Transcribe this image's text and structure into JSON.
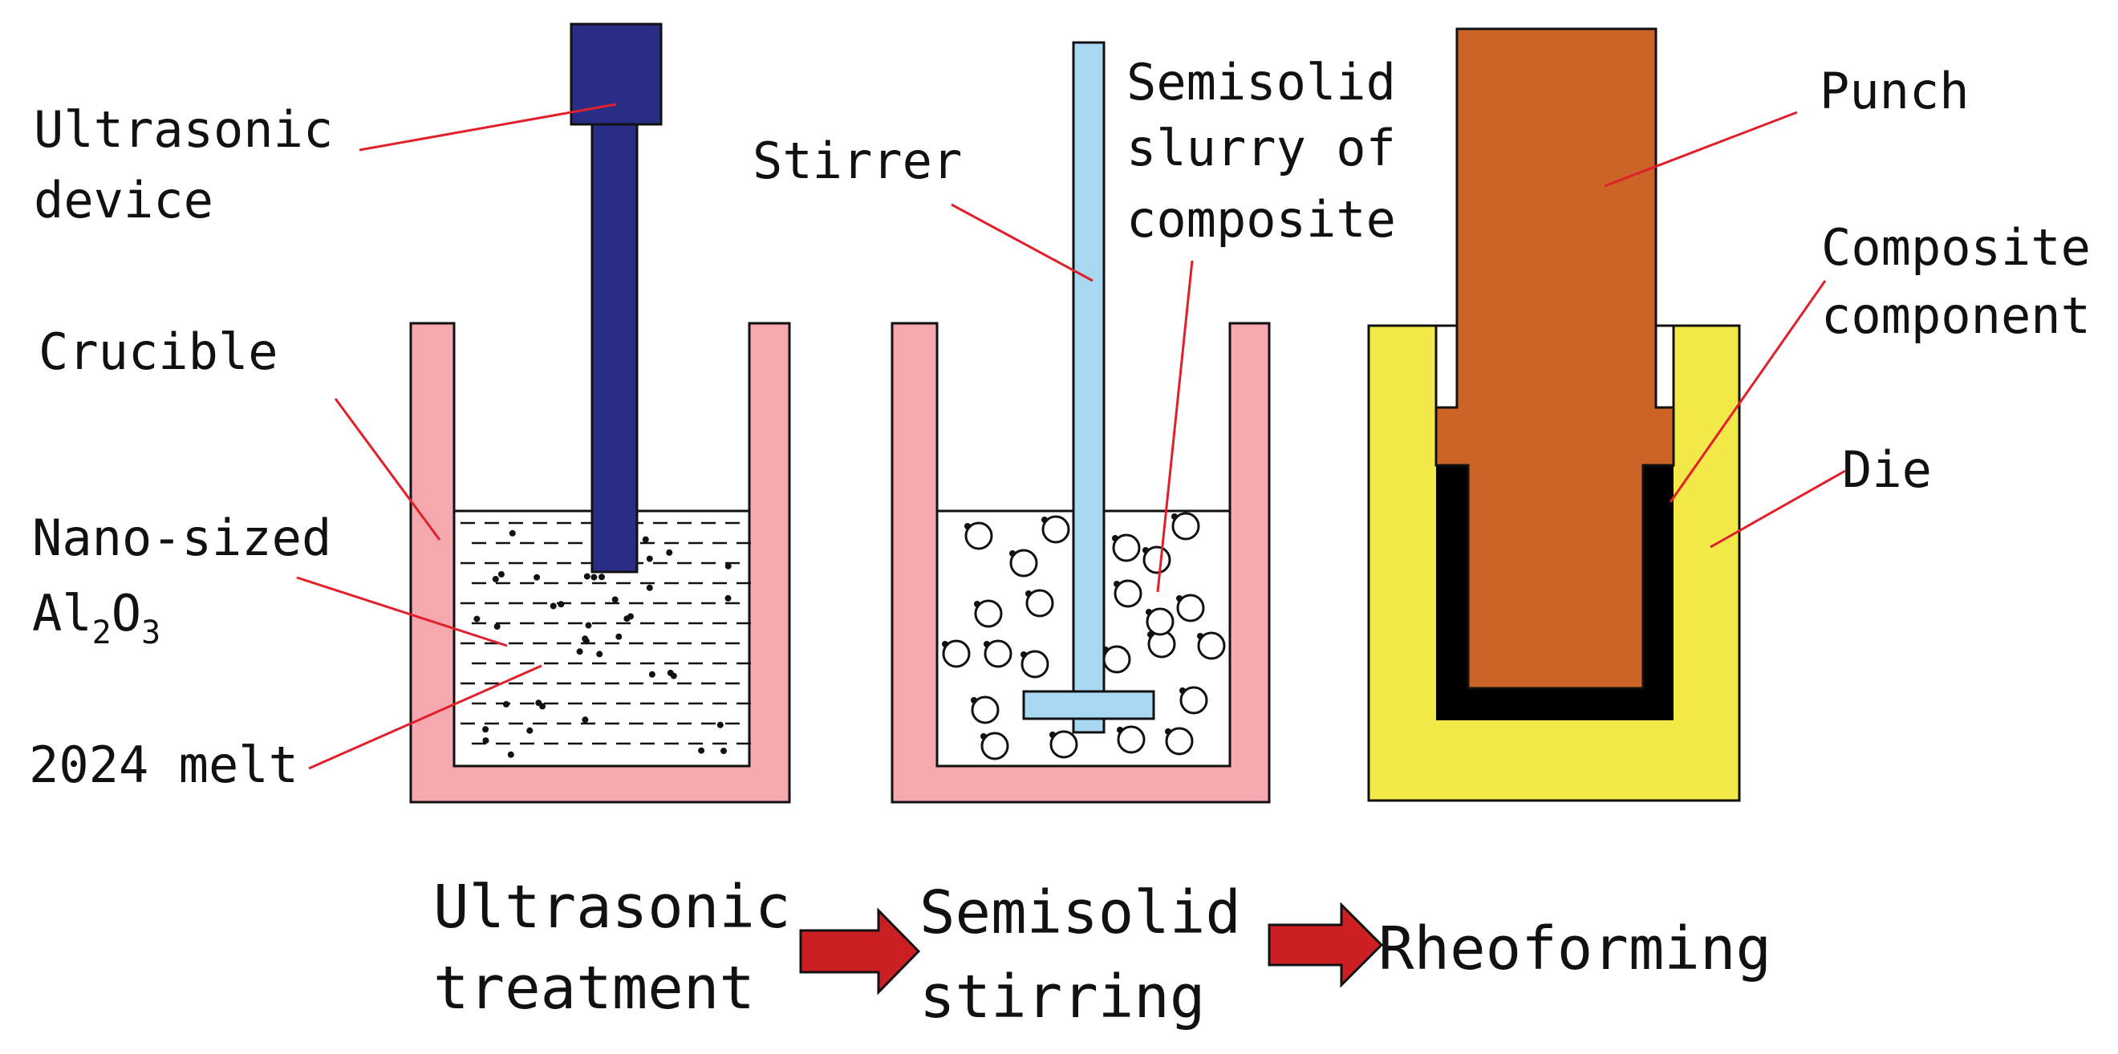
{
  "colors": {
    "crucible": "#f5a8ad",
    "ultrasonic_device": "#2a2d86",
    "stirrer": "#a9d8f2",
    "punch": "#cc6428",
    "die": "#f3ea4a",
    "composite_component": "#000000",
    "leader_line": "#e0202a",
    "arrow": "#cc1f24"
  },
  "icons": [
    "ultrasonic-device-icon",
    "crucible-icon",
    "stirrer-icon",
    "punch-icon",
    "die-icon",
    "arrow-right-icon"
  ],
  "panel1": {
    "labels": {
      "ultrasonic_device": [
        "Ultrasonic",
        "device"
      ],
      "crucible": "Crucible",
      "nano_sized": "Nano-sized",
      "al2o3": {
        "a": "Al",
        "sub1": "2",
        "b": "O",
        "sub2": "3"
      },
      "melt": "2024 melt"
    }
  },
  "panel2": {
    "labels": {
      "stirrer": "Stirrer",
      "slurry": [
        "Semisolid",
        "slurry of",
        "composite"
      ]
    }
  },
  "panel3": {
    "labels": {
      "punch": "Punch",
      "composite_component": [
        "Composite",
        "component"
      ],
      "die": "Die"
    }
  },
  "process": {
    "steps": [
      [
        "Ultrasonic",
        "treatment"
      ],
      [
        "Semisolid",
        "stirring"
      ],
      [
        "Rheoforming"
      ]
    ]
  }
}
